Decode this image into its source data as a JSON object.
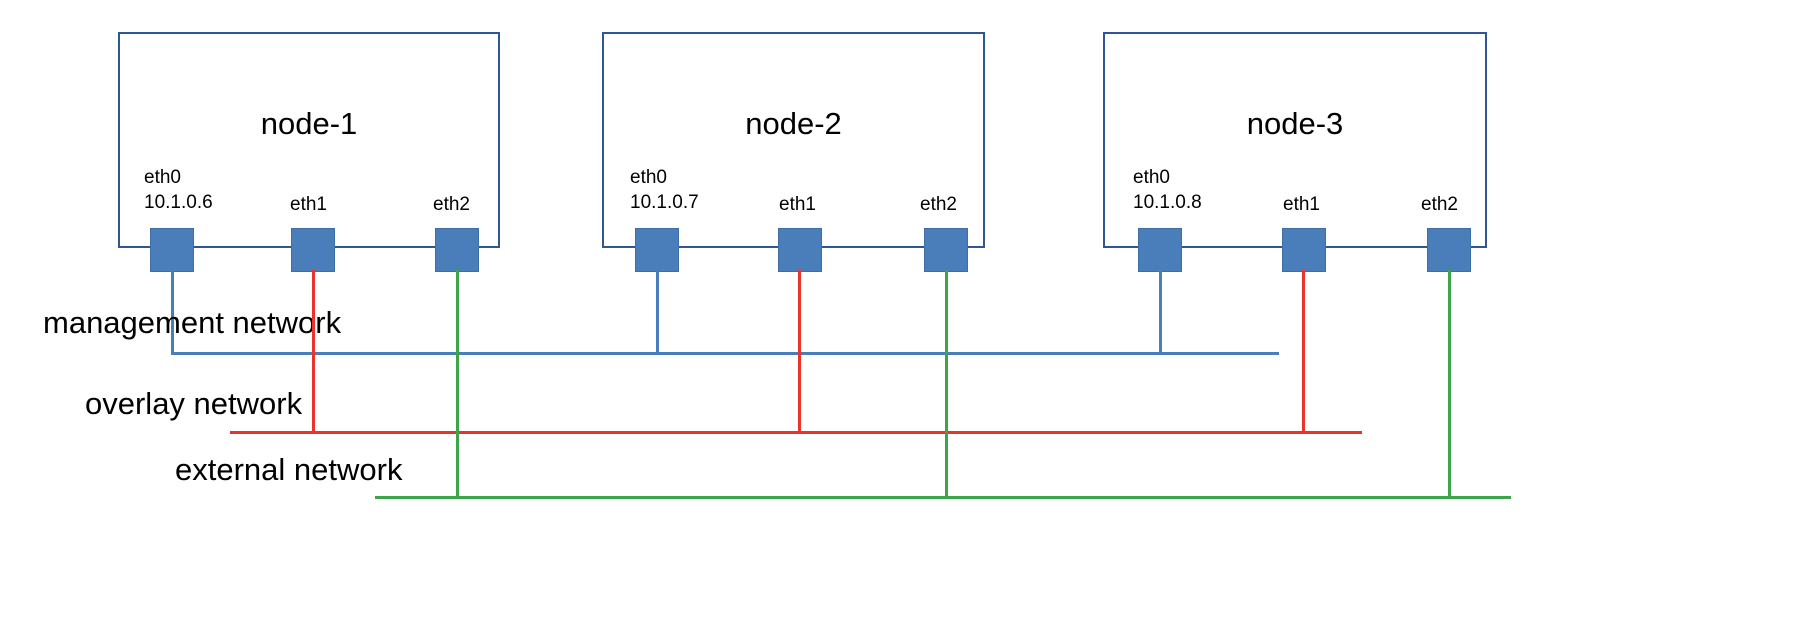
{
  "diagram": {
    "title": "three-node network topology",
    "colors": {
      "node_border": "#2e5596",
      "port_fill": "#4a7ebb",
      "management": "#4a7ebb",
      "overlay": "#e8342a",
      "external": "#3da44a",
      "background": "#ffffff"
    }
  },
  "nodes": [
    {
      "name": "node-1",
      "ports": [
        {
          "id": "eth0",
          "label": "eth0",
          "address": "10.1.0.6",
          "network": "management"
        },
        {
          "id": "eth1",
          "label": "eth1",
          "address": "",
          "network": "overlay"
        },
        {
          "id": "eth2",
          "label": "eth2",
          "address": "",
          "network": "external"
        }
      ]
    },
    {
      "name": "node-2",
      "ports": [
        {
          "id": "eth0",
          "label": "eth0",
          "address": "10.1.0.7",
          "network": "management"
        },
        {
          "id": "eth1",
          "label": "eth1",
          "address": "",
          "network": "overlay"
        },
        {
          "id": "eth2",
          "label": "eth2",
          "address": "",
          "network": "external"
        }
      ]
    },
    {
      "name": "node-3",
      "ports": [
        {
          "id": "eth0",
          "label": "eth0",
          "address": "10.1.0.8",
          "network": "management"
        },
        {
          "id": "eth1",
          "label": "eth1",
          "address": "",
          "network": "overlay"
        },
        {
          "id": "eth2",
          "label": "eth2",
          "address": "",
          "network": "external"
        }
      ]
    }
  ],
  "networks": [
    {
      "id": "management",
      "label": "management network",
      "color": "#4a7ebb"
    },
    {
      "id": "overlay",
      "label": "overlay network",
      "color": "#e8342a"
    },
    {
      "id": "external",
      "label": "external network",
      "color": "#3da44a"
    }
  ]
}
